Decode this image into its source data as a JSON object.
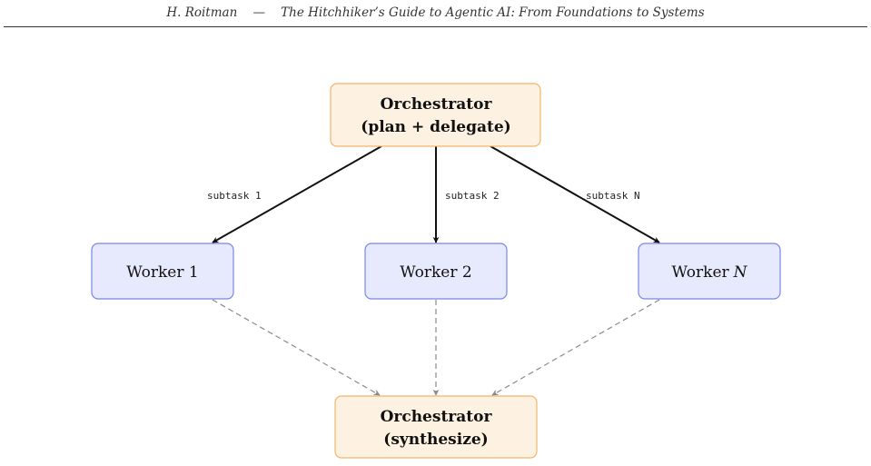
{
  "header": {
    "author": "H. Roitman",
    "separator": "—",
    "book_title": "The Hitchhiker’s Guide to Agentic AI: From Foundations to Systems"
  },
  "diagram": {
    "orchestrator_top": {
      "line1": "Orchestrator",
      "line2": "(plan + delegate)"
    },
    "workers": [
      {
        "label": "Worker 1"
      },
      {
        "label": "Worker 2"
      },
      {
        "label_prefix": "Worker",
        "label_var": "N"
      }
    ],
    "edge_labels": [
      "subtask 1",
      "subtask 2",
      "subtask N"
    ],
    "orchestrator_bottom": {
      "line1": "Orchestrator",
      "line2": "(synthesize)"
    },
    "colors": {
      "orchestrator_fill": "#fdf1e1",
      "orchestrator_border": "#f2b56b",
      "worker_fill": "#e7e9fc",
      "worker_border": "#7c85e6",
      "solid_arrow": "#111111",
      "dashed_arrow": "#8a8a8a"
    }
  }
}
